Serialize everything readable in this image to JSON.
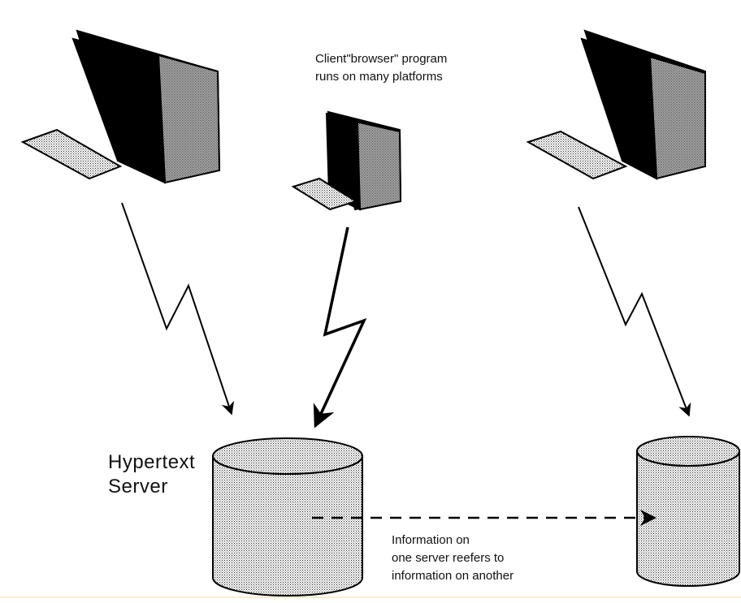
{
  "diagram": {
    "nodes": [
      {
        "id": "client-left",
        "kind": "client-computer"
      },
      {
        "id": "client-middle",
        "kind": "client-computer"
      },
      {
        "id": "client-right",
        "kind": "client-computer"
      },
      {
        "id": "server-main",
        "kind": "database-cylinder"
      },
      {
        "id": "server-other",
        "kind": "database-cylinder"
      }
    ],
    "edges": [
      {
        "from": "client-left",
        "to": "server-main",
        "style": "lightning-arrow"
      },
      {
        "from": "client-middle",
        "to": "server-main",
        "style": "lightning-arrow"
      },
      {
        "from": "client-right",
        "to": "server-other",
        "style": "lightning-arrow"
      },
      {
        "from": "server-main",
        "to": "server-other",
        "style": "dashed-arrow"
      }
    ]
  },
  "labels": {
    "client_line1": "Client\"browser\" program",
    "client_line2": "runs on many platforms",
    "server_line1": "Hypertext",
    "server_line2": "Server",
    "link_line1": "Information on",
    "link_line2": "one server reefers to",
    "link_line3": "information on another"
  },
  "colors": {
    "background": "#ffffff",
    "ink": "#111111",
    "screen": "#000000",
    "dither": "#a8a8a8",
    "bottom_rule": "#fbeecb"
  }
}
